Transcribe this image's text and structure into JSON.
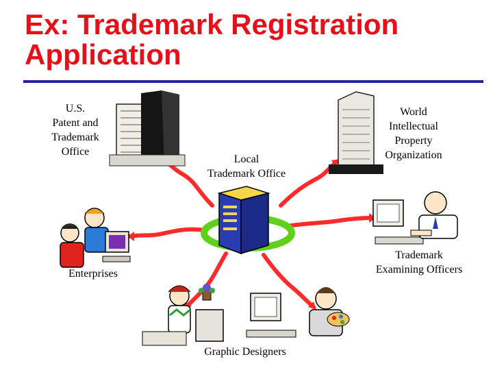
{
  "title": {
    "line1": "Ex: Trademark Registration",
    "line2": "Application"
  },
  "nodes": {
    "uspto": {
      "lines": [
        "U.S.",
        "Patent and",
        "Trademark",
        "Office"
      ]
    },
    "local": {
      "lines": [
        "Local",
        "Trademark Office"
      ]
    },
    "wipo": {
      "lines": [
        "World",
        "Intellectual",
        "Property",
        "Organization"
      ]
    },
    "enterprises": {
      "label": "Enterprises"
    },
    "examining": {
      "lines": [
        "Trademark",
        "Examining Officers"
      ]
    },
    "designers": {
      "label": "Graphic Designers"
    }
  },
  "colors": {
    "title": "#e4111b",
    "rule": "#23239b",
    "connector": "#ff2a2a",
    "server": "#2a3db0",
    "accent_ring": "#5fd11b"
  },
  "icons": [
    "office-buildings-icon",
    "server-tower-icon",
    "skyscraper-icon",
    "computer-users-icon",
    "office-worker-icon",
    "artist-icon",
    "painter-icon"
  ]
}
